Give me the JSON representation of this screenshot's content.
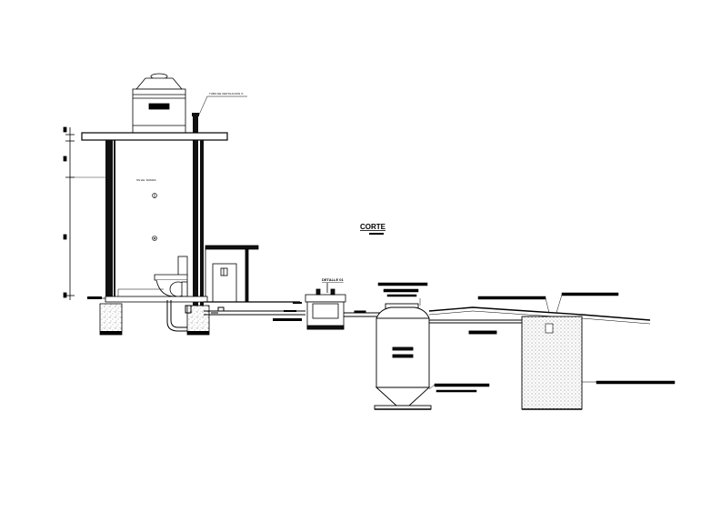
{
  "labels": {
    "section_title": "CORTE",
    "detail_label": "DETALLE 01",
    "vent_pipe_label": "TUBO DE VENTILACION 4\"",
    "room_label": "SS.HH. DAMAS"
  },
  "colors": {
    "line": "#000000",
    "fill_dark": "#111111",
    "background": "#ffffff",
    "hatch": "#555555"
  }
}
